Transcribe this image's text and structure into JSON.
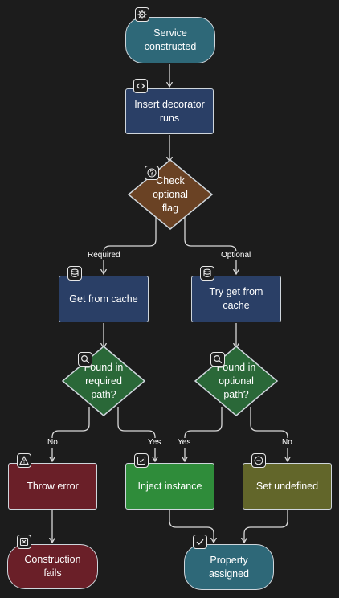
{
  "nodes": {
    "service_constructed": "Service constructed",
    "insert_decorator": "Insert decorator runs",
    "check_optional": "Check optional flag",
    "get_from_cache": "Get from cache",
    "try_get_from_cache": "Try get from cache",
    "found_required": "Found in required path?",
    "found_optional": "Found in optional path?",
    "throw_error": "Throw error",
    "inject_instance": "Inject instance",
    "set_undefined": "Set undefined",
    "construction_fails": "Construction fails",
    "property_assigned": "Property assigned"
  },
  "edge_labels": {
    "required": "Required",
    "optional": "Optional",
    "no_left": "No",
    "yes_left": "Yes",
    "yes_right": "Yes",
    "no_right": "No"
  },
  "icons": {
    "service_constructed": "gear-icon",
    "insert_decorator": "code-icon",
    "check_optional": "question-icon",
    "get_from_cache": "database-icon",
    "try_get_from_cache": "database-icon",
    "found_required": "search-icon",
    "found_optional": "search-icon",
    "throw_error": "warning-icon",
    "inject_instance": "check-square-icon",
    "set_undefined": "minus-circle-icon",
    "construction_fails": "x-square-icon",
    "property_assigned": "check-icon"
  },
  "colors": {
    "background": "#1c1c1c",
    "teal": "#2e6878",
    "navy": "#2a3f66",
    "brown": "#6a4224",
    "green": "#2a6838",
    "red": "#6a1f28",
    "bright_green": "#2f8c3a",
    "olive": "#62662a",
    "edge": "#d9d9d9"
  }
}
